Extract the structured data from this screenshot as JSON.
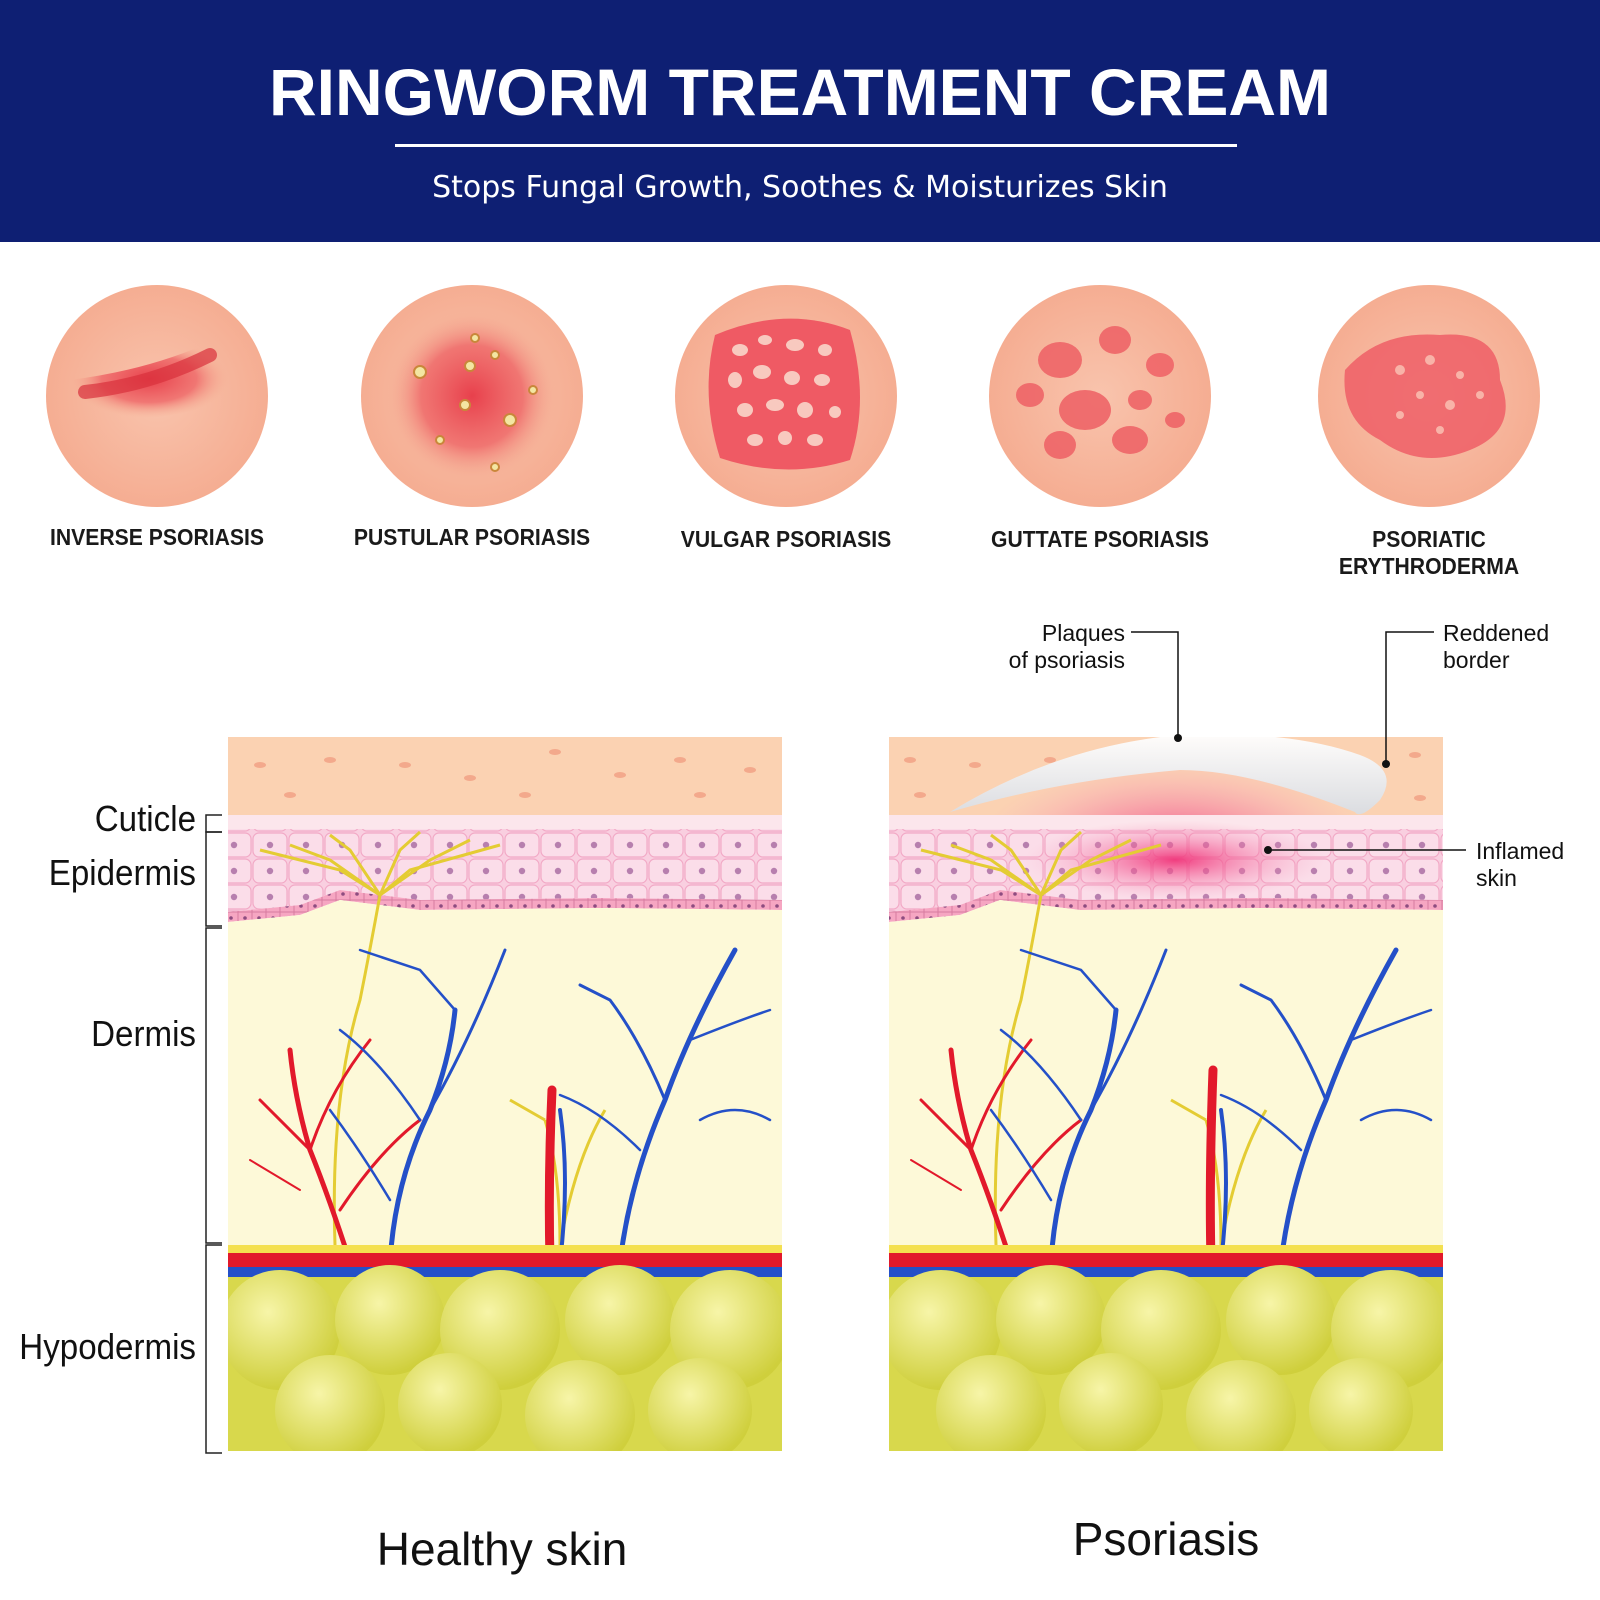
{
  "header": {
    "title": "RINGWORM TREATMENT CREAM",
    "subtitle": "Stops Fungal Growth, Soothes & Moisturizes Skin"
  },
  "conditions": [
    {
      "label": "INVERSE PSORIASIS"
    },
    {
      "label": "PUSTULAR PSORIASIS"
    },
    {
      "label": "VULGAR PSORIASIS"
    },
    {
      "label": "GUTTATE PSORIASIS"
    },
    {
      "label": "PSORIATIC ERYTHRODERMA"
    }
  ],
  "layers": {
    "cuticle": "Cuticle",
    "epidermis": "Epidermis",
    "dermis": "Dermis",
    "hypodermis": "Hypodermis"
  },
  "callouts": {
    "plaques": "Plaques\nof psoriasis",
    "border": "Reddened\nborder",
    "inflamed": "Inflamed\nskin"
  },
  "captions": {
    "healthy": "Healthy skin",
    "psoriasis": "Psoriasis"
  },
  "colors": {
    "banner": "#0e1f73",
    "skin_tone": "#f7b79e",
    "lesion": "#e0434e",
    "artery": "#e2192b",
    "vein": "#2450c8",
    "fat": "#e3e36a"
  }
}
